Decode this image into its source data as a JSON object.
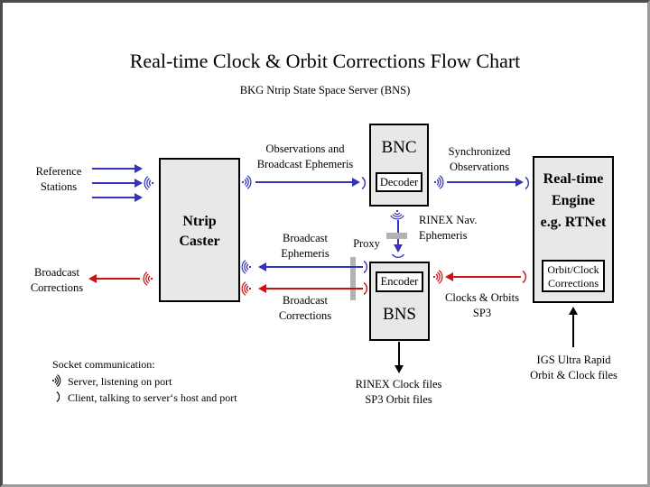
{
  "page": {
    "title": "Real-time Clock & Orbit Corrections Flow Chart",
    "subtitle": "BKG Ntrip State Space Server  (BNS)"
  },
  "nodes": {
    "ntrip_caster": {
      "label": [
        "Ntrip",
        "Caster"
      ]
    },
    "bnc": {
      "label": "BNC",
      "sub_label": "Decoder"
    },
    "bns": {
      "label": "BNS",
      "sub_label": "Encoder"
    },
    "rt_engine": {
      "label": [
        "Real-time",
        "Engine",
        "e.g. RTNet"
      ],
      "sub_label": [
        "Orbit/Clock",
        "Corrections"
      ]
    }
  },
  "labels": {
    "reference_stations": [
      "Reference",
      "Stations"
    ],
    "broadcast_corrections_left": [
      "Broadcast",
      "Corrections"
    ],
    "observations_broadcast_ephemeris": [
      "Observations and",
      "Broadcast Ephemeris"
    ],
    "synchronized_observations": [
      "Synchronized",
      "Observations"
    ],
    "rinex_nav_ephemeris": [
      "RINEX Nav.",
      "Ephemeris"
    ],
    "broadcast_ephemeris": [
      "Broadcast",
      "Ephemeris"
    ],
    "proxy": "Proxy",
    "broadcast_corrections_mid": [
      "Broadcast",
      "Corrections"
    ],
    "clocks_orbits_sp3": [
      "Clocks & Orbits",
      "SP3"
    ],
    "rinex_clock_files": [
      "RINEX Clock files",
      "SP3 Orbit files"
    ],
    "igs_ultra_rapid": [
      "IGS Ultra Rapid",
      "Orbit & Clock files"
    ]
  },
  "legend": {
    "heading": "Socket communication:",
    "server_item": "Server, listening on port",
    "client_item": "Client, talking to server‘s host and port"
  },
  "colors": {
    "arrow_blue": "#3434bb",
    "arrow_red": "#cc1111",
    "box_fill": "#e8e8e8",
    "proxy_bar_gray": "#b3b3b3",
    "frame_dark": "#4b4b4b",
    "frame_light": "#9c9c9c"
  }
}
